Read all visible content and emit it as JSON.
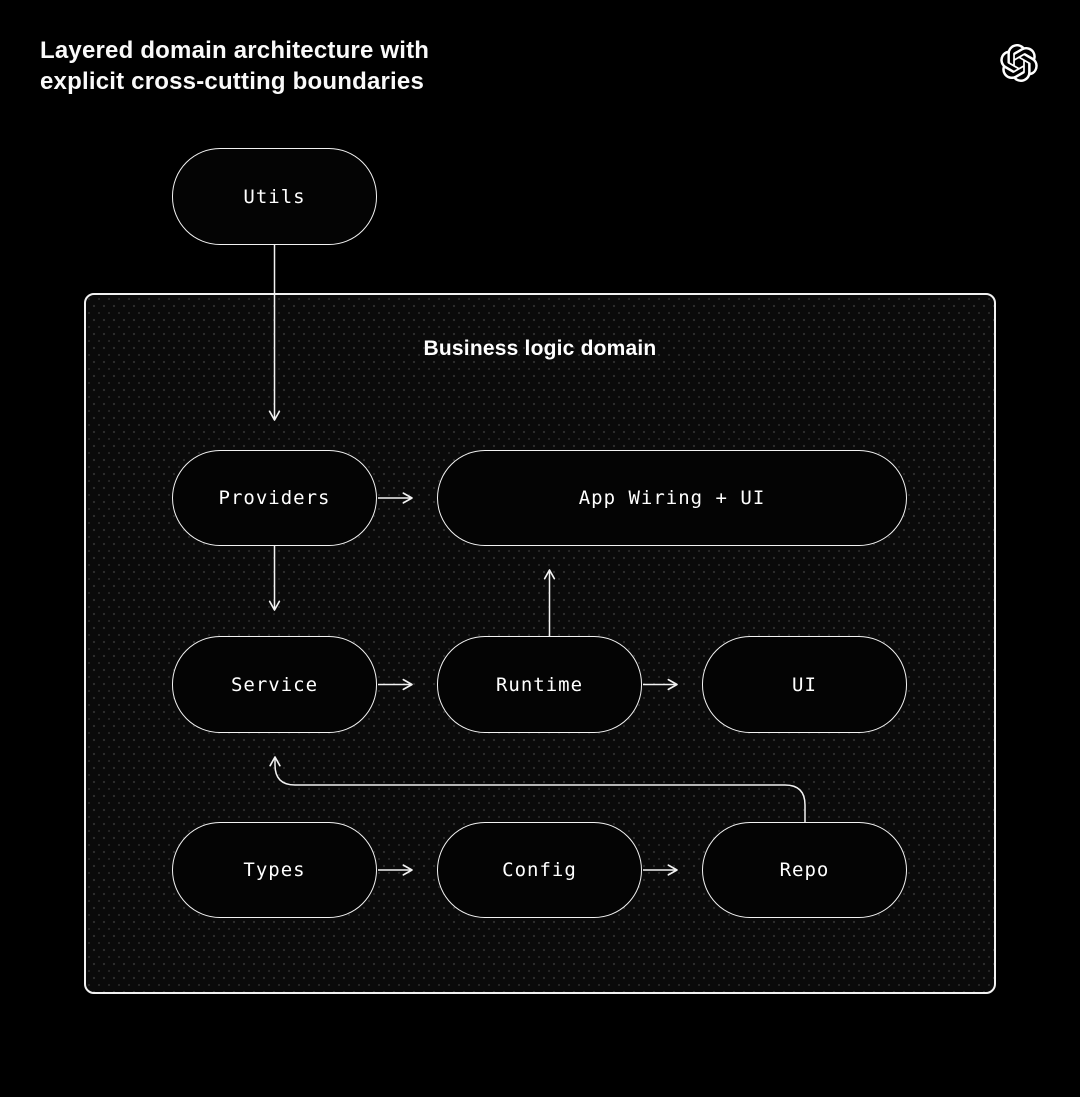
{
  "header": {
    "title_line1": "Layered domain architecture with",
    "title_line2": "explicit cross-cutting boundaries"
  },
  "logo": {
    "name": "openai-logo"
  },
  "diagram": {
    "container_label": "Business logic domain",
    "nodes": {
      "utils": {
        "label": "Utils"
      },
      "providers": {
        "label": "Providers"
      },
      "app_wiring": {
        "label": "App Wiring + UI"
      },
      "service": {
        "label": "Service"
      },
      "runtime": {
        "label": "Runtime"
      },
      "ui": {
        "label": "UI"
      },
      "types": {
        "label": "Types"
      },
      "config": {
        "label": "Config"
      },
      "repo": {
        "label": "Repo"
      }
    },
    "edges": [
      {
        "from": "utils",
        "to": "providers"
      },
      {
        "from": "providers",
        "to": "app_wiring"
      },
      {
        "from": "providers",
        "to": "service"
      },
      {
        "from": "runtime",
        "to": "app_wiring"
      },
      {
        "from": "service",
        "to": "runtime"
      },
      {
        "from": "runtime",
        "to": "ui"
      },
      {
        "from": "types",
        "to": "config"
      },
      {
        "from": "config",
        "to": "repo"
      },
      {
        "from": "repo",
        "to": "service"
      }
    ],
    "colors": {
      "background": "#000000",
      "box_fill": "#040404",
      "stroke": "#f2f2f2",
      "text": "#ffffff",
      "pattern_dot": "#2e2e2e"
    }
  }
}
